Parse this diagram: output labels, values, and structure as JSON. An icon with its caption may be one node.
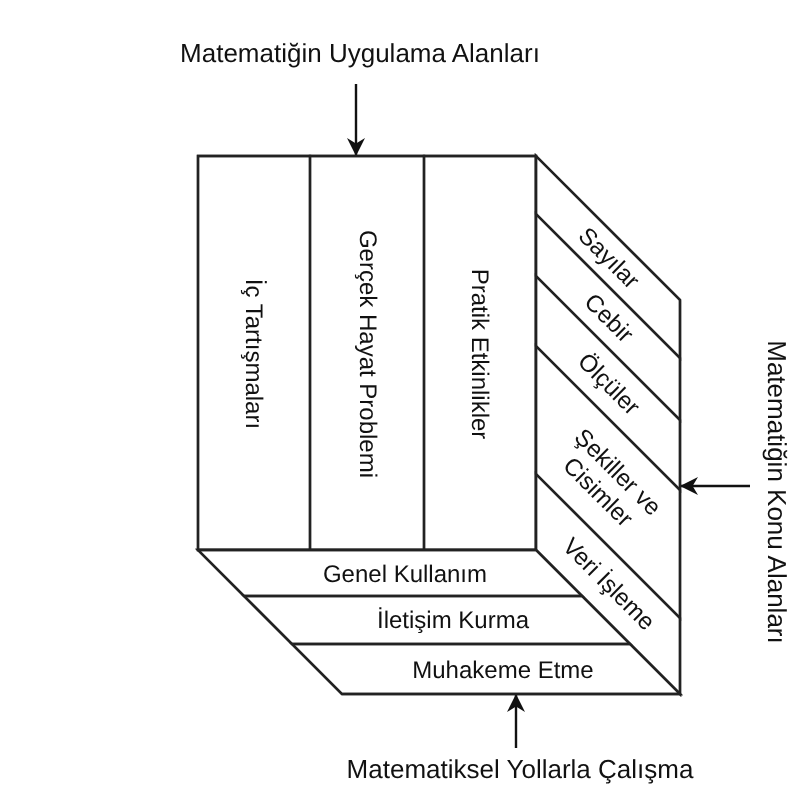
{
  "diagram": {
    "nodes": [
      {
        "text": [
          "Matematiğin Uygulama Alanları"
        ]
      },
      {
        "text": [],
        "shape": "box"
      },
      {
        "text": [
          "İç Tartışmaları"
        ],
        "in": 1
      },
      {
        "text": [
          "Gerçek Hayat Problemi"
        ],
        "in": 1
      },
      {
        "text": [
          "Pratik Etkinlikler"
        ],
        "in": 1
      },
      {
        "text": [],
        "shape": "parallelogram"
      },
      {
        "text": [
          "Sayılar"
        ],
        "in": 5
      },
      {
        "text": [
          "Cebir"
        ],
        "in": 5
      },
      {
        "text": [
          "Ölçüler"
        ],
        "in": 5
      },
      {
        "text": [
          "Şekiller ve Cisimler"
        ],
        "in": 5
      },
      {
        "text": [
          "Veri İşleme"
        ],
        "in": 5
      },
      {
        "text": [
          "Matematiğin Konu Alanları"
        ]
      },
      {
        "text": [],
        "shape": "parallelogram"
      },
      {
        "text": [
          "Genel Kullanım"
        ],
        "in": 12
      },
      {
        "text": [
          "İletişim Kurma"
        ],
        "in": 12
      },
      {
        "text": [
          "Muhakeme Etme"
        ],
        "in": 12
      },
      {
        "text": [
          "Matematiksel Yollarla Çalışma"
        ]
      }
    ],
    "edges": [
      {
        "from": 0,
        "to": 1,
        "arrow": "to"
      },
      {
        "from": 11,
        "to": 5,
        "arrow": "to"
      },
      {
        "from": 16,
        "to": 12,
        "arrow": "to"
      }
    ]
  }
}
